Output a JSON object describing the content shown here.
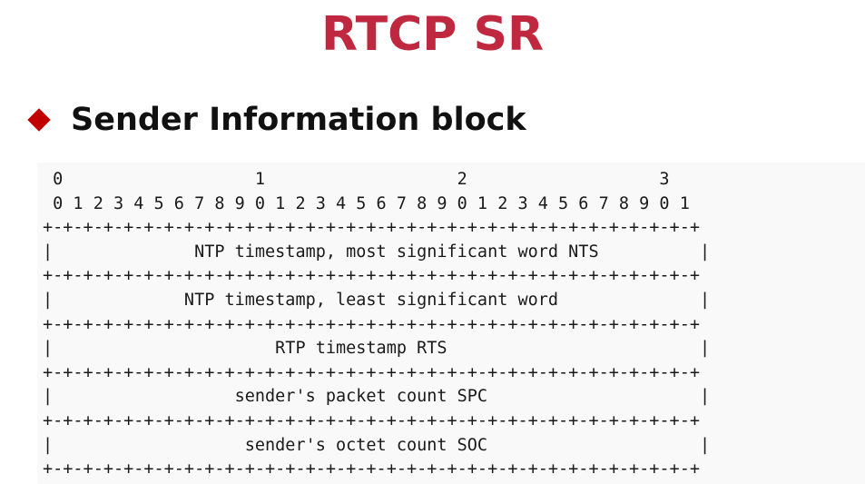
{
  "title": "RTCP SR",
  "bullet": {
    "text": "Sender Information block",
    "color": "#c00000"
  },
  "title_color": "#c0283f",
  "diagram": {
    "header_lines": [
      " 0                   1                   2                   3",
      " 0 1 2 3 4 5 6 7 8 9 0 1 2 3 4 5 6 7 8 9 0 1 2 3 4 5 6 7 8 9 0 1"
    ],
    "separator": "+-+-+-+-+-+-+-+-+-+-+-+-+-+-+-+-+-+-+-+-+-+-+-+-+-+-+-+-+-+-+-+-+",
    "rows": [
      "|              NTP timestamp, most significant word NTS          |",
      "|             NTP timestamp, least significant word              |",
      "|                      RTP timestamp RTS                         |",
      "|                  sender's packet count SPC                     |",
      "|                   sender's octet count SOC                     |"
    ]
  }
}
